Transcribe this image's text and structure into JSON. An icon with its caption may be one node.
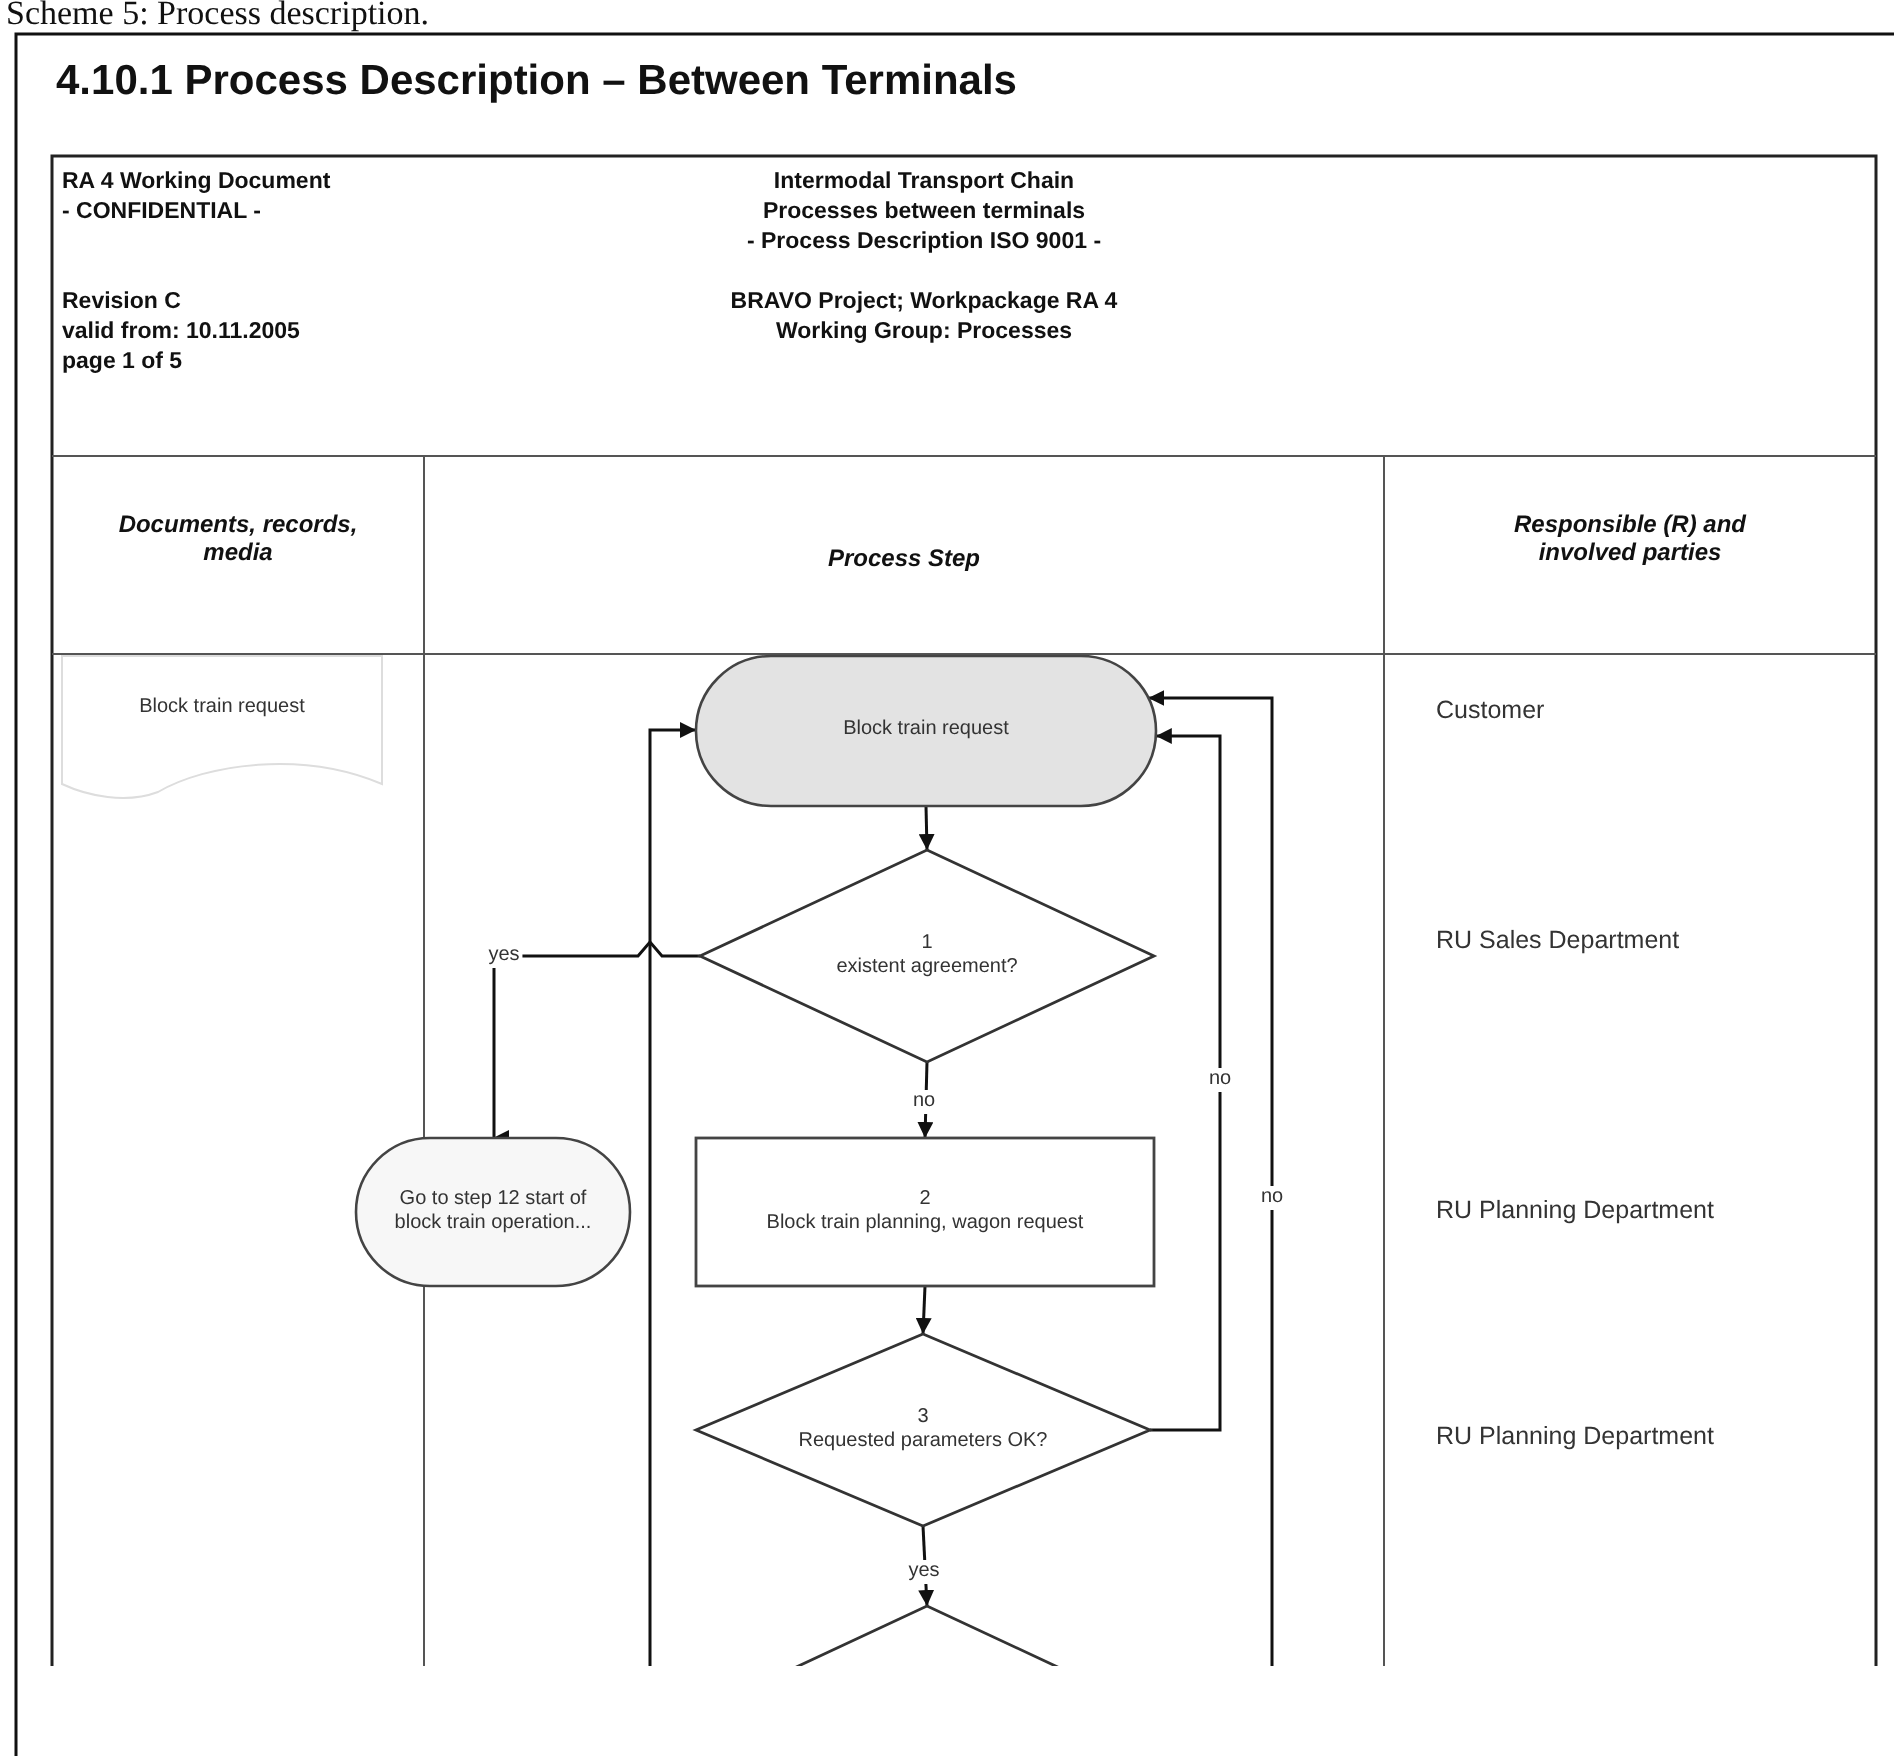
{
  "diagram": {
    "title": "4.10.1 Process Description – Between Terminals",
    "nodes": [
      {
        "text": [
          "Block train request"
        ]
      },
      {
        "text": [
          "Block train request"
        ]
      },
      {
        "text": [
          "1",
          "existent agreement?"
        ]
      },
      {
        "text": [
          "Go to step 12 start of block train operation..."
        ]
      },
      {
        "text": [
          "2",
          "Block train planning, wagon request"
        ]
      },
      {
        "text": [
          "3",
          "Requested parameters OK?"
        ]
      },
      {
        "text": [],
        "shape": "diamond"
      }
    ],
    "edges": [
      {
        "from": 1,
        "to": 2,
        "arrow": "to"
      },
      {
        "from": 2,
        "to": 3,
        "arrow": "to",
        "label": "yes"
      },
      {
        "from": 2,
        "to": 4,
        "arrow": "to",
        "label": "no"
      },
      {
        "from": 4,
        "to": 5,
        "arrow": "to"
      },
      {
        "from": 5,
        "to": 1,
        "arrow": "to",
        "label": "no"
      },
      {
        "from": 5,
        "to": 6,
        "arrow": "to",
        "label": "yes"
      },
      {
        "from": null,
        "to": 1,
        "arrow": "to"
      },
      {
        "from": null,
        "to": 1,
        "arrow": "to",
        "label": "no"
      }
    ],
    "labels": [
      "Scheme 5: Process description.",
      "RA 4 Working Document",
      "Intermodal Transport Chain",
      "- CONFIDENTIAL -",
      "Processes between terminals",
      "- Process Description ISO 9001 -",
      "Revision C",
      "valid from: 10.11.2005",
      "BRAVO Project; Workpackage RA 4",
      "page 1 of 5",
      "Working Group: Processes",
      "Documents, records, media",
      "Process Step",
      "Responsible (R) and involved parties",
      "Customer",
      "RU Sales Department",
      "RU Planning Department",
      "RU Planning Department"
    ]
  }
}
